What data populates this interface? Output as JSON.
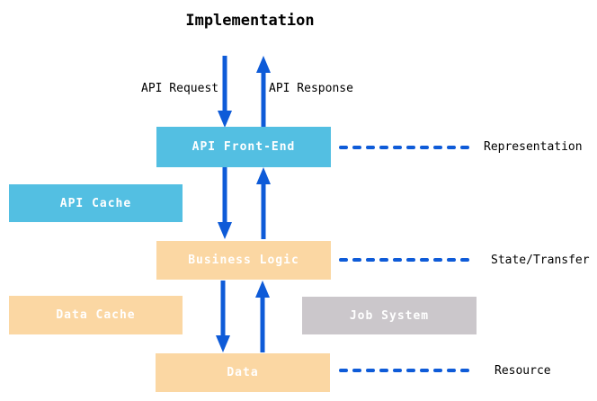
{
  "title": "Implementation",
  "flow_labels": {
    "request": "API Request",
    "response": "API Response"
  },
  "boxes": {
    "api_front_end": {
      "label": "API Front-End"
    },
    "api_cache": {
      "label": "API Cache"
    },
    "business_logic": {
      "label": "Business Logic"
    },
    "data_cache": {
      "label": "Data Cache"
    },
    "job_system": {
      "label": "Job System"
    },
    "data": {
      "label": "Data"
    }
  },
  "layers": {
    "representation": "Representation",
    "state_transfer": "State/Transfer",
    "resource": "Resource"
  },
  "colors": {
    "blue-box": "#53BFE2",
    "orange-box": "#FBD7A3",
    "gray-box": "#CBC7CB",
    "arrow": "#0E5BD8",
    "dash": "#0E5BD8",
    "text-light": "#FFFFFF"
  }
}
